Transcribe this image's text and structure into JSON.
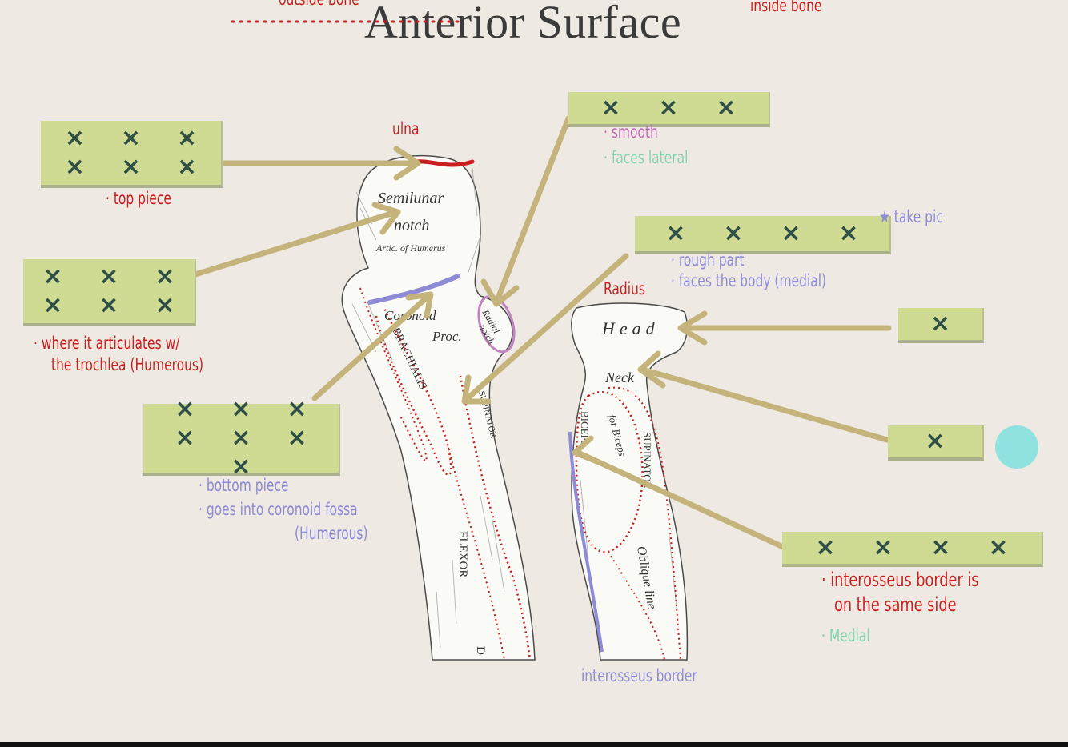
{
  "slide": {
    "title": "Anterior Surface",
    "top_left_note": "outside bone",
    "top_right_note": "inside bone"
  },
  "notes": {
    "ulna": "ulna",
    "top_piece": "· top piece",
    "articulates_1": "· where it articulates w/",
    "articulates_2": "the trochlea (Humerous)",
    "bottom_piece": "· bottom piece",
    "coronoid_1": "· goes into coronoid fossa",
    "coronoid_2": "(Humerous)",
    "smooth": "· smooth",
    "faces_lateral": "· faces lateral",
    "take_pic": "★ take pic",
    "rough_part": "· rough part",
    "faces_body": "· faces the body (medial)",
    "radius": "Radius",
    "interosseus_1": "· interosseus border is",
    "interosseus_2": "on the same side",
    "medial": "· Medial",
    "interosseus_border": "interosseus border"
  },
  "bone_labels": {
    "semilunar": "Semilunar",
    "notch": "notch",
    "artic": "Artic. of Humerus",
    "coronoid": "Coronoid",
    "proc": "Proc.",
    "radial": "Radial",
    "radial_notch": "notch",
    "brachialis": "BRACHIALIS",
    "supinator_left": "SUPINATOR",
    "flexor": "FLEXOR",
    "flexor_d": "D",
    "head": "Head",
    "neck": "Neck",
    "biceps": "BICEPS",
    "for_biceps": "for Biceps",
    "supinator_right": "SUPINATOR",
    "oblique": "Oblique line"
  },
  "answer_boxes": {
    "box1": {
      "marks": [
        "×",
        "×",
        "×",
        "×",
        "×",
        "×"
      ]
    },
    "box2": {
      "marks": [
        "×",
        "×",
        "×",
        "×",
        "×",
        "×"
      ]
    },
    "box3": {
      "marks": [
        "×",
        "×",
        "×",
        "×",
        "×",
        "×",
        "×"
      ]
    },
    "box4": {
      "marks": [
        "×",
        "×",
        "×"
      ]
    },
    "box5": {
      "marks": [
        "×",
        "×",
        "×",
        "×"
      ]
    },
    "box6": {
      "marks": [
        "×"
      ]
    },
    "box7": {
      "marks": [
        "×"
      ]
    },
    "box8": {
      "marks": [
        "×",
        "×",
        "×",
        "×"
      ]
    }
  },
  "colors": {
    "background": "#efe9e3",
    "box_fill": "#cfdb92",
    "arrow": "#c4b47c",
    "note_red": "#c91f1f",
    "note_purple": "#8d8ad6",
    "note_mint": "#7fd6ac",
    "mark": "#2f4f46",
    "cyan_dot": "#8fe2df"
  }
}
